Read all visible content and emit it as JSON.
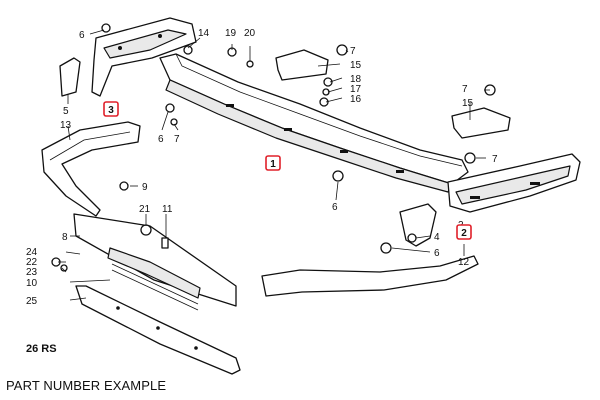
{
  "caption": "PART NUMBER EXAMPLE",
  "figure_code": "26 RS",
  "callout_color": "#e0202a",
  "callouts": [
    {
      "label": "1"
    },
    {
      "label": "2"
    },
    {
      "label": "3"
    }
  ],
  "labels": [
    "6",
    "14",
    "19",
    "20",
    "7",
    "15",
    "18",
    "17",
    "16",
    "5",
    "13",
    "7",
    "15",
    "6",
    "7",
    "7",
    "9",
    "6",
    "8",
    "21",
    "11",
    "4",
    "24",
    "22",
    "23",
    "10",
    "6",
    "2",
    "12",
    "25"
  ]
}
